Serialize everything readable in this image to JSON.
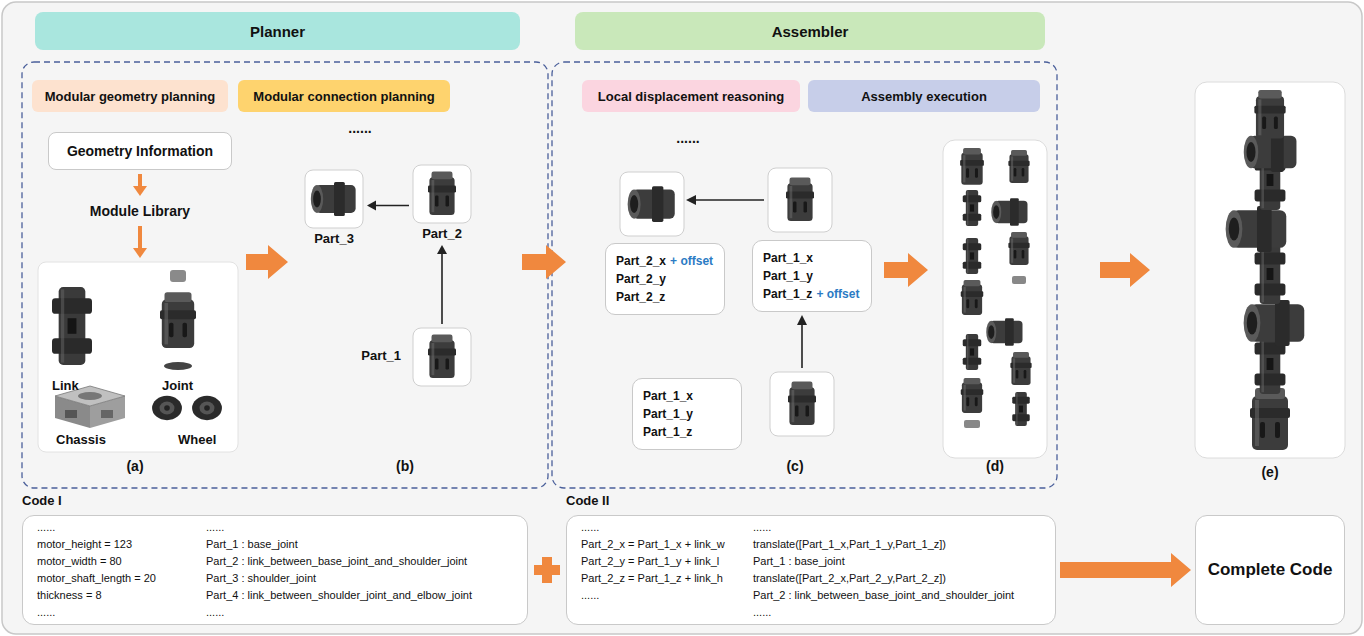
{
  "diagram": {
    "nodes": [
      {
        "text": [
          "Planner"
        ]
      },
      {
        "text": [
          "Assembler"
        ]
      },
      {
        "text": [
          "Modular geometry planning"
        ]
      },
      {
        "text": [
          "Modular connection planning"
        ]
      },
      {
        "text": [
          "Local displacement reasoning"
        ]
      },
      {
        "text": [
          "Assembly execution"
        ]
      },
      {
        "text": [
          "Geometry Information"
        ]
      },
      {
        "text": [
          "Module Library"
        ]
      },
      {
        "text": [
          "Link",
          "Joint",
          "Chassis",
          "Wheel"
        ]
      },
      {
        "text": [
          "Part_3"
        ]
      },
      {
        "text": [
          "Part_2"
        ]
      },
      {
        "text": [
          "Part_1"
        ]
      },
      {
        "text": [
          "Part_2_x",
          "+ offset",
          "Part_2_y",
          "Part_2_z"
        ]
      },
      {
        "text": [
          "Part_1_x",
          "Part_1_y",
          "Part_1_z",
          "+ offset"
        ]
      },
      {
        "text": [
          "Part_1_x",
          "Part_1_y",
          "Part_1_z"
        ]
      },
      {
        "text": [
          "Code I",
          "......",
          "motor_height = 123",
          "motor_width = 80",
          "motor_shaft_length = 20",
          "thickness = 8",
          "......",
          "......",
          "Part_1 : base_joint",
          "Part_2 : link_between_base_joint_and_shoulder_joint",
          "Part_3 : shoulder_joint",
          "Part_4 : link_between_shoulder_joint_and_elbow_joint",
          "......"
        ]
      },
      {
        "text": [
          "Code II",
          "......",
          "Part_2_x = Part_1_x + link_w",
          "Part_2_y = Part_1_y + link_l",
          "Part_2_z = Part_1_z + link_h",
          "......",
          "......",
          "translate([Part_1_x,Part_1_y,Part_1_z])",
          "Part_1 : base_joint",
          "translate([Part_2_x,Part_2_y,Part_2_z])",
          "Part_2 : link_between_base_joint_and_shoulder_joint",
          "......"
        ]
      },
      {
        "text": [
          "Complete Code"
        ]
      }
    ],
    "edges": [
      {
        "from": 6,
        "to": 7,
        "arrow": "to"
      },
      {
        "from": 7,
        "to": 8,
        "arrow": "to"
      },
      {
        "from": 10,
        "to": 9,
        "arrow": "to"
      },
      {
        "from": 11,
        "to": 10,
        "arrow": "to"
      },
      {
        "from": 16,
        "to": 17,
        "arrow": "to"
      }
    ],
    "labels": [
      "......",
      "......",
      "(a)",
      "(b)",
      "(c)",
      "(d)",
      "(e)"
    ]
  }
}
